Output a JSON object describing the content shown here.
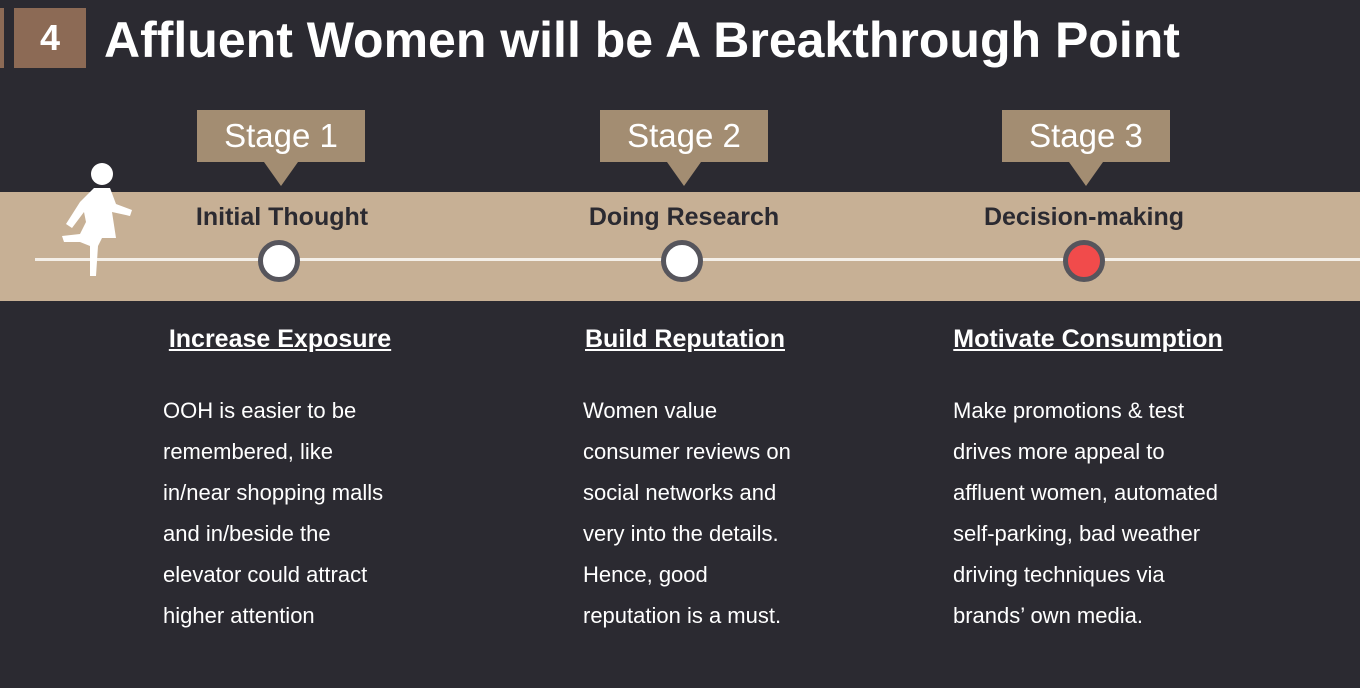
{
  "header": {
    "number": "4",
    "title": "Affluent Women will be A Breakthrough Point"
  },
  "icons": {
    "runner": "running-woman-icon"
  },
  "colors": {
    "background": "#2b2a31",
    "band": "#c7b095",
    "stage_box": "#a38d72",
    "badge": "#8c6a55",
    "active_marker": "#f14b4b"
  },
  "stages": [
    {
      "label": "Stage 1",
      "phase": "Initial Thought",
      "heading": "Increase Exposure",
      "body": [
        "OOH is easier to be",
        "remembered, like",
        "in/near shopping malls",
        "and in/beside the",
        "elevator could attract",
        "higher attention"
      ],
      "active": false
    },
    {
      "label": "Stage 2",
      "phase": "Doing Research",
      "heading": "Build Reputation",
      "body": [
        "Women value",
        "consumer reviews on",
        "social networks and",
        "very into the details.",
        "Hence, good",
        "reputation is a must."
      ],
      "active": false
    },
    {
      "label": "Stage 3",
      "phase": "Decision-making",
      "heading": "Motivate Consumption",
      "body": [
        "Make promotions & test",
        "drives more appeal to",
        "affluent women, automated",
        "self-parking, bad weather",
        "driving techniques via",
        "brands’ own media."
      ],
      "active": true
    }
  ]
}
